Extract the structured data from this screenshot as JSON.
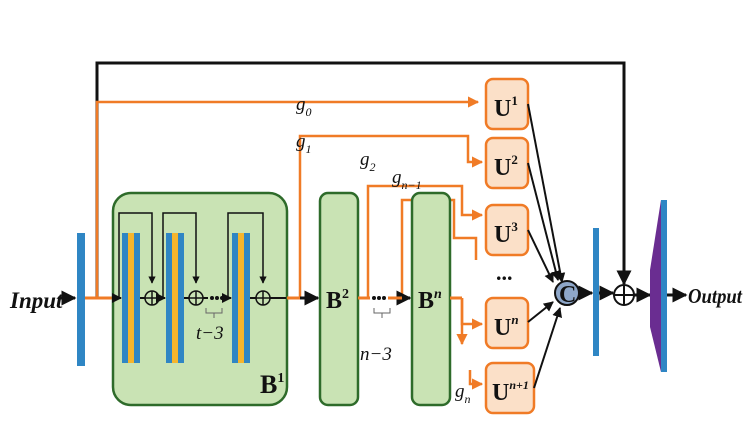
{
  "labels": {
    "input": "Input",
    "output": "Output",
    "t_minus_3": "t−3",
    "n_minus_3": "n−3",
    "ellipsis": "..."
  },
  "blocks": {
    "b1": {
      "base": "B",
      "sup": "1"
    },
    "b2": {
      "base": "B",
      "sup": "2"
    },
    "bn": {
      "base": "B",
      "sup": "n"
    }
  },
  "gates": {
    "g0": {
      "base": "g",
      "sub": "0"
    },
    "g1": {
      "base": "g",
      "sub": "1"
    },
    "g2": {
      "base": "g",
      "sub": "2"
    },
    "gn1": {
      "base": "g",
      "sub": "n−1"
    },
    "gn": {
      "base": "g",
      "sub": "n"
    }
  },
  "upsample_units": [
    {
      "base": "U",
      "sup": "1"
    },
    {
      "base": "U",
      "sup": "2"
    },
    {
      "base": "U",
      "sup": "3"
    },
    {
      "base": "U",
      "sup": "n"
    },
    {
      "base": "U",
      "sup": "n+1"
    }
  ],
  "concat_symbol": "C",
  "colors": {
    "orange": "#f07b26",
    "green_fill": "#c9e3b4",
    "green_border": "#2e6b2a",
    "blue_bar": "#2f86c4",
    "yellow_bar": "#f5b52c",
    "u_fill": "#fbe0c8",
    "u_border": "#f07b26",
    "concat_fill": "#8ea7c9",
    "purple": "#6a2d91",
    "black": "#111111"
  }
}
